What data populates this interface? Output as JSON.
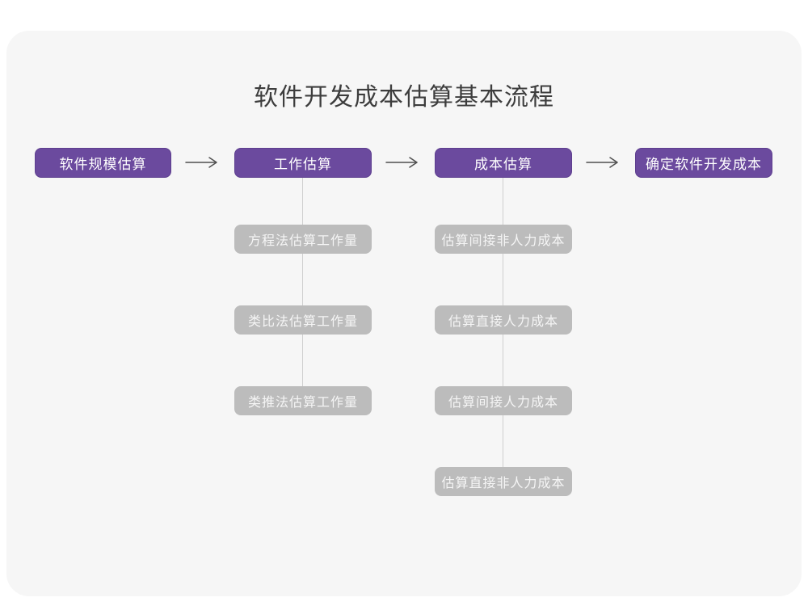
{
  "title": "软件开发成本估算基本流程",
  "colors": {
    "page_background": "#ffffff",
    "card_background": "#f6f6f6",
    "stage_fill": "#6b4a9e",
    "stage_border": "#5e3f8f",
    "stage_text": "#ffffff",
    "sub_fill": "#bcbcbc",
    "sub_text": "#f5f5f5",
    "arrow": "#4f4f4f",
    "connector": "#cfcfcf",
    "title_text": "#3d3d3d"
  },
  "stages": [
    {
      "label": "软件规模估算"
    },
    {
      "label": "工作估算"
    },
    {
      "label": "成本估算"
    },
    {
      "label": "确定软件开发成本"
    }
  ],
  "work_estimation_methods": [
    "方程法估算工作量",
    "类比法估算工作量",
    "类推法估算工作量"
  ],
  "cost_estimation_steps": [
    "估算间接非人力成本",
    "估算直接人力成本",
    "估算间接人力成本",
    "估算直接非人力成本"
  ]
}
